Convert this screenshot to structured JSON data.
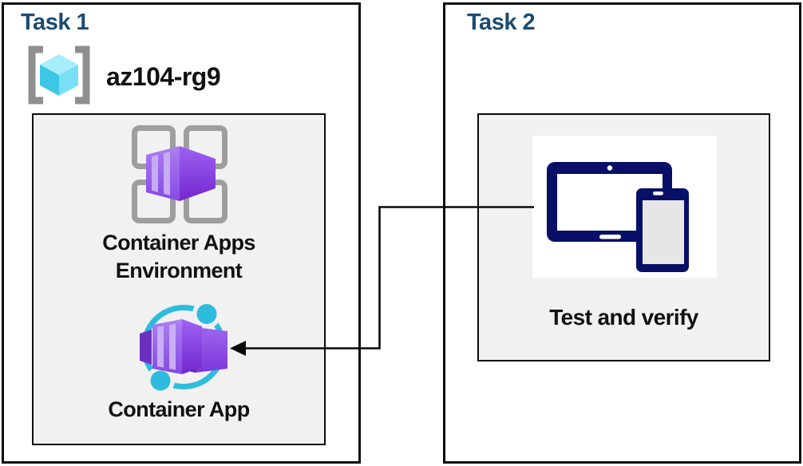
{
  "task1": {
    "title": "Task 1",
    "resource_group": "az104-rg9",
    "environment_label_line1": "Container Apps",
    "environment_label_line2": "Environment",
    "app_label": "Container App"
  },
  "task2": {
    "title": "Task 2",
    "verify_label": "Test and verify"
  },
  "icons": {
    "resource_group": "resource-group-icon",
    "container_apps_environment": "container-apps-environment-icon",
    "container_app": "container-app-icon",
    "test_devices": "tablet-and-phone-icon",
    "connector": "arrow-connector"
  },
  "colors": {
    "task_title": "#1B4B70",
    "outline": "#0A0A0A",
    "panel_fill": "#F1F1F1",
    "device_navy": "#071066",
    "accent_cyan": "#2EBCDE",
    "container_purple": "#8B4FE6",
    "label_text": "#111111"
  }
}
